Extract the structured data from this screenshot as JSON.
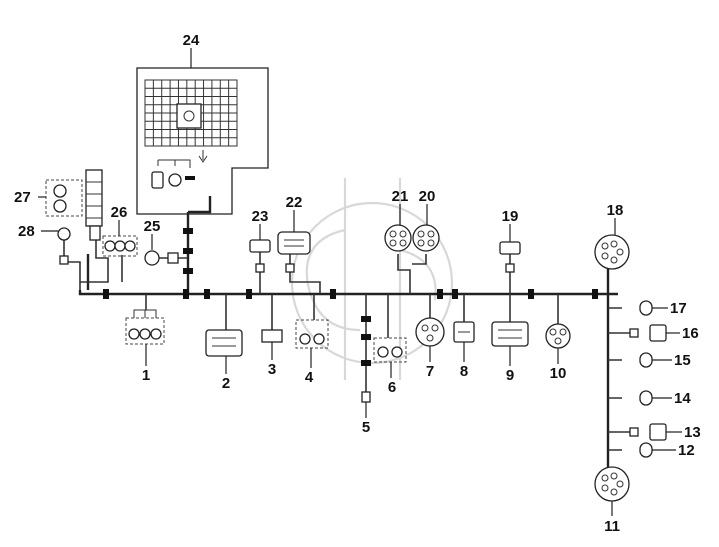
{
  "diagram": {
    "callouts": [
      {
        "id": "1",
        "part": "lamp-cluster-connector"
      },
      {
        "id": "2",
        "part": "large-multi-pin-connector"
      },
      {
        "id": "3",
        "part": "small-connector"
      },
      {
        "id": "4",
        "part": "lamp-cluster-connector"
      },
      {
        "id": "5",
        "part": "single-pin-terminal"
      },
      {
        "id": "6",
        "part": "lamp-cluster-connector"
      },
      {
        "id": "7",
        "part": "round-connector"
      },
      {
        "id": "8",
        "part": "square-connector"
      },
      {
        "id": "9",
        "part": "large-multi-pin-connector"
      },
      {
        "id": "10",
        "part": "round-connector"
      },
      {
        "id": "11",
        "part": "round-multi-pin-connector"
      },
      {
        "id": "12",
        "part": "ring-terminal"
      },
      {
        "id": "13",
        "part": "flat-connector"
      },
      {
        "id": "14",
        "part": "ring-terminal"
      },
      {
        "id": "15",
        "part": "ring-terminal"
      },
      {
        "id": "16",
        "part": "flat-connector"
      },
      {
        "id": "17",
        "part": "ring-terminal"
      },
      {
        "id": "18",
        "part": "round-multi-pin-connector"
      },
      {
        "id": "19",
        "part": "small-connector"
      },
      {
        "id": "20",
        "part": "round-multi-pin-connector"
      },
      {
        "id": "21",
        "part": "round-multi-pin-connector"
      },
      {
        "id": "22",
        "part": "large-multi-pin-connector"
      },
      {
        "id": "23",
        "part": "small-connector"
      },
      {
        "id": "24",
        "part": "instrument-cluster"
      },
      {
        "id": "25",
        "part": "single-bulb-socket"
      },
      {
        "id": "26",
        "part": "lamp-cluster-connector"
      },
      {
        "id": "27",
        "part": "switch-bulb-assembly"
      },
      {
        "id": "28",
        "part": "single-bulb-socket"
      }
    ]
  }
}
